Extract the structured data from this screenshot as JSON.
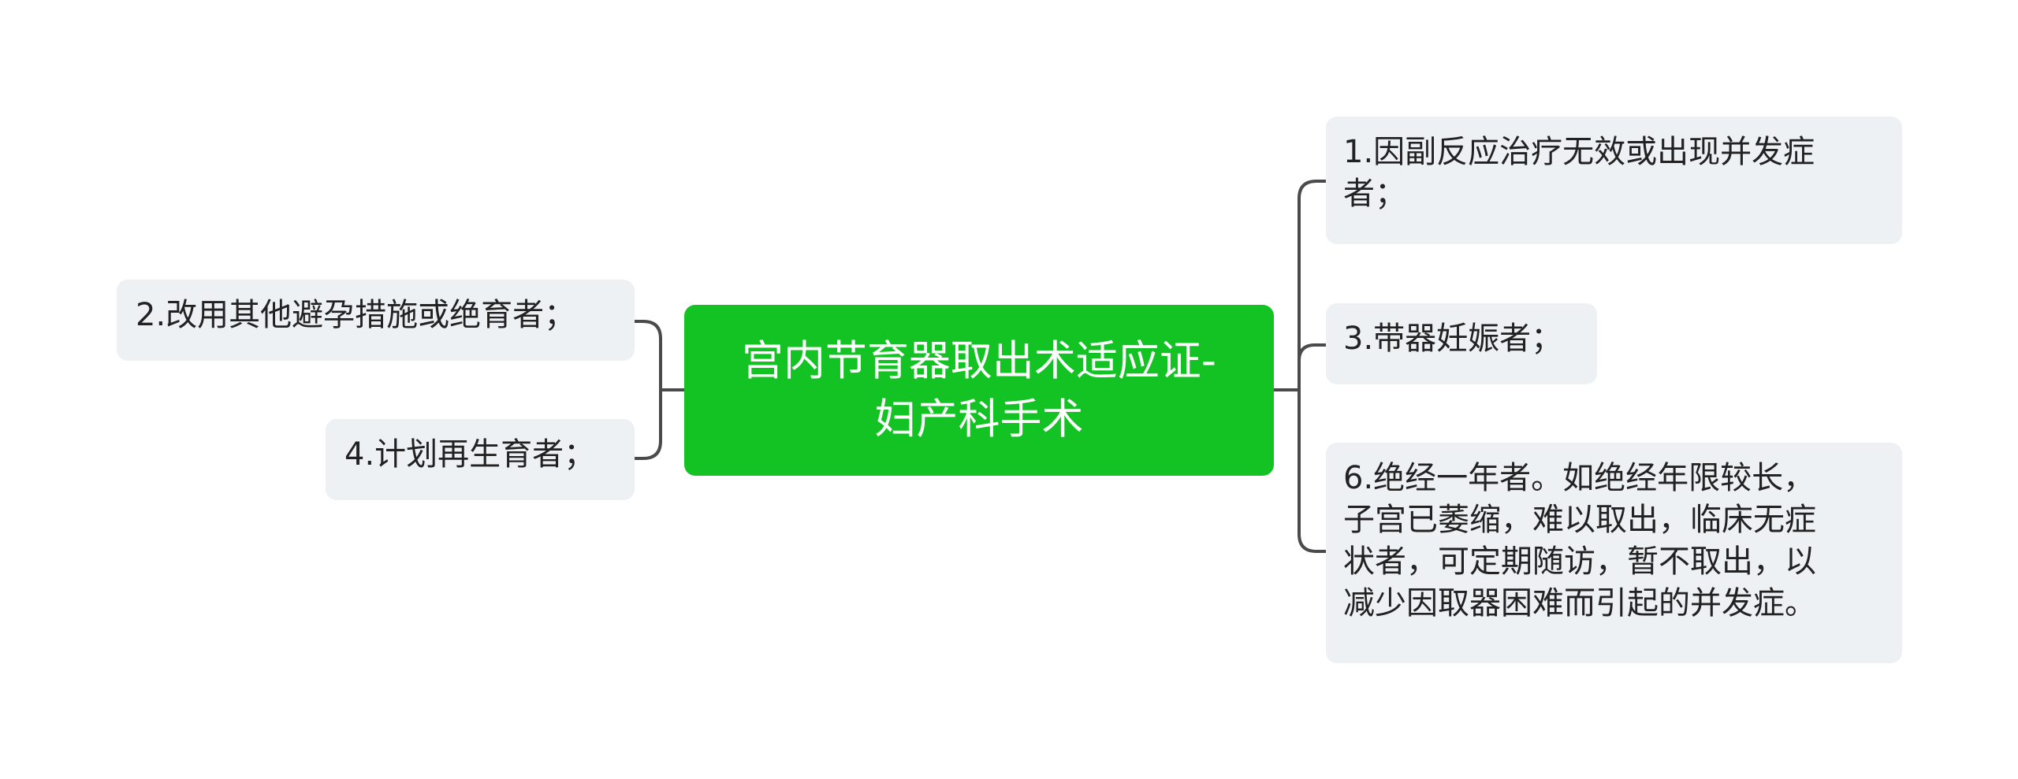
{
  "central": {
    "line1": "宫内节育器取出术适应证-",
    "line2": "妇产科手术"
  },
  "left_nodes": [
    {
      "text": "2.改用其他避孕措施或绝育者；"
    },
    {
      "text": "4.计划再生育者；"
    }
  ],
  "right_nodes": [
    {
      "lines": [
        "1.因副反应治疗无效或出现并发症",
        "者；"
      ]
    },
    {
      "lines": [
        "3.带器妊娠者；"
      ]
    },
    {
      "lines": [
        "6.绝经一年者。如绝经年限较长，",
        "子宫已萎缩，难以取出，临床无症",
        "状者，可定期随访，暂不取出，以",
        "减少因取器困难而引起的并发症。"
      ]
    }
  ],
  "colors": {
    "central_fill": "#13c223",
    "node_fill": "#eef1f4",
    "connector": "#4a4a4a"
  }
}
